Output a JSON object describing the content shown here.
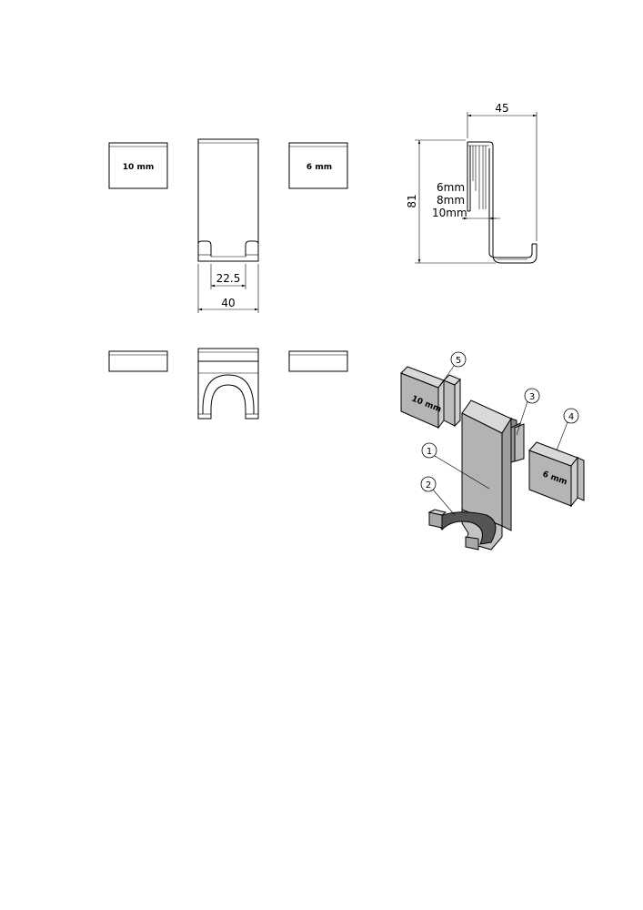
{
  "top_views": {
    "left_block_label": "10 mm",
    "right_block_label": "6 mm",
    "dim_inner_width": "22.5",
    "dim_outer_width": "40"
  },
  "side_view": {
    "dim_depth": "45",
    "dim_height": "81",
    "thickness_labels": [
      "6mm",
      "8mm",
      "10mm"
    ]
  },
  "iso_view": {
    "callouts": [
      "1",
      "2",
      "3",
      "4",
      "5"
    ],
    "part5_label": "10 mm",
    "part4_label": "6 mm"
  }
}
